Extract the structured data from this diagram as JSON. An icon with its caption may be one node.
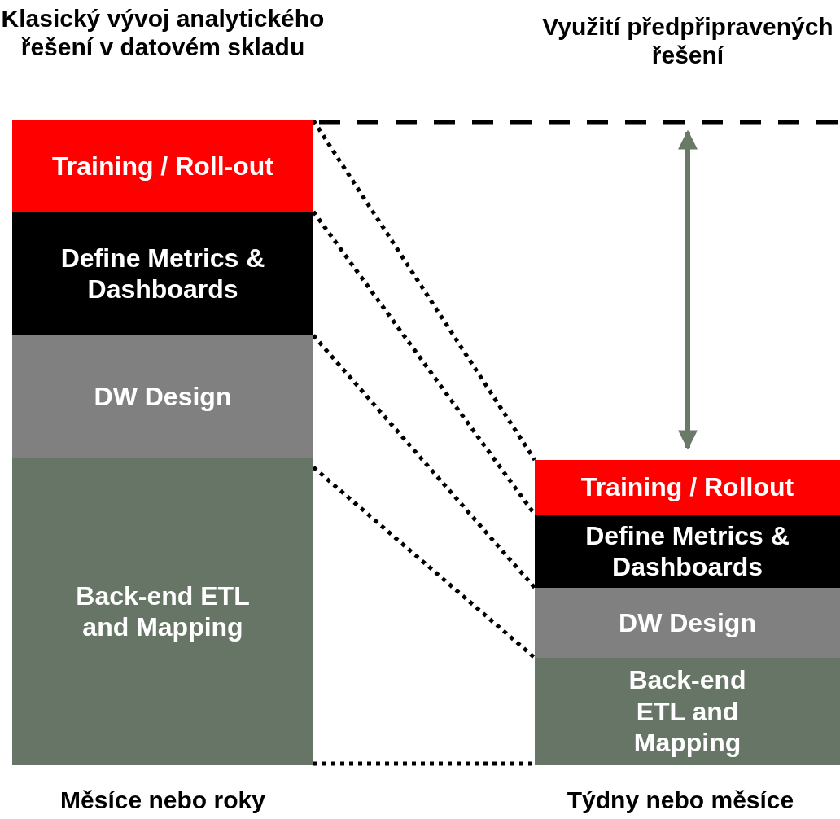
{
  "diagram": {
    "nodes": [
      {
        "text": [
          "Training / Roll-out"
        ]
      },
      {
        "text": [
          "Define Metrics & Dashboards"
        ]
      },
      {
        "text": [
          "DW Design"
        ]
      },
      {
        "text": [
          "Back-end ETL and Mapping"
        ]
      },
      {
        "text": [
          "Training / Rollout"
        ]
      },
      {
        "text": [
          "Define Metrics & Dashboards"
        ]
      },
      {
        "text": [
          "DW Design"
        ]
      },
      {
        "text": [
          "Back-end ETL and Mapping"
        ]
      }
    ],
    "edges": [
      {
        "from": 0,
        "to": 4,
        "arrow": "none",
        "style": "dashed"
      },
      {
        "from": 1,
        "to": 5,
        "arrow": "none",
        "style": "dashed"
      },
      {
        "from": 2,
        "to": 6,
        "arrow": "none",
        "style": "dashed"
      },
      {
        "from": 3,
        "to": 7,
        "arrow": "none",
        "style": "dashed"
      },
      {
        "from": 3,
        "to": 7,
        "arrow": "none",
        "style": "dashed"
      }
    ],
    "labels": [
      "Klasický vývoj analytického řešení v datovém skladu",
      "Využití předpřipravených řešení",
      "Měsíce nebo roky",
      "Týdny nebo měsíce"
    ]
  }
}
